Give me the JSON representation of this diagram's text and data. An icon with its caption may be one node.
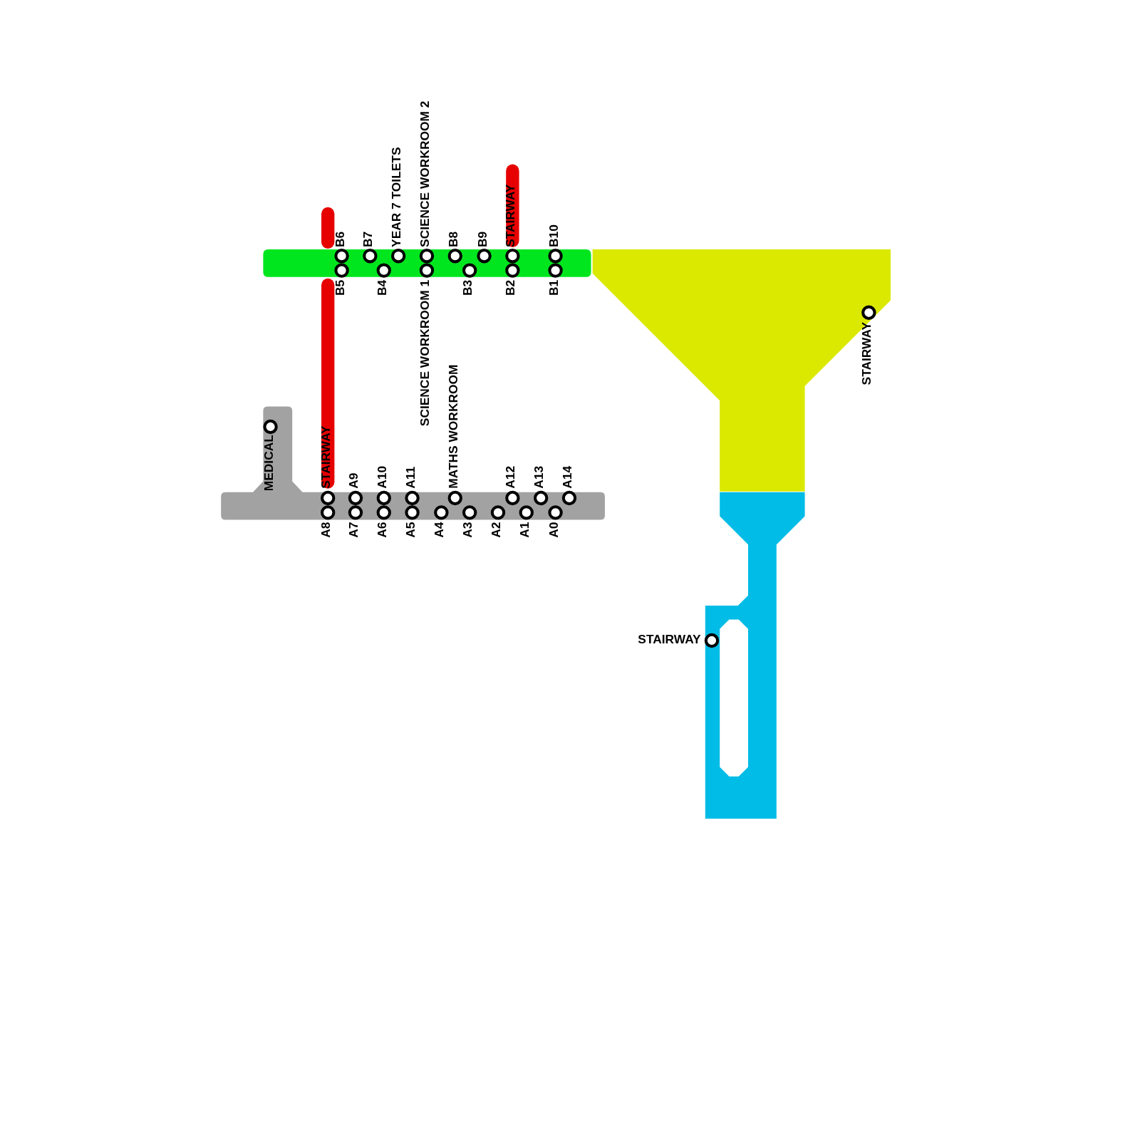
{
  "diagram": {
    "labels": [
      "B6",
      "B7",
      "YEAR 7 TOILETS",
      "SCIENCE WORKROOM 2",
      "B8",
      "B9",
      "STAIRWAY",
      "B10",
      "B5",
      "B4",
      "SCIENCE WORKROOM 1",
      "B3",
      "B2",
      "B1",
      "STAIRWAY",
      "MATHS WORKROOM",
      "MEDICAL",
      "STAIRWAY",
      "A9",
      "A10",
      "A11",
      "A12",
      "A13",
      "A14",
      "A8",
      "A7",
      "A6",
      "A5",
      "A4",
      "A3",
      "A2",
      "A1",
      "A0",
      "STAIRWAY"
    ]
  }
}
